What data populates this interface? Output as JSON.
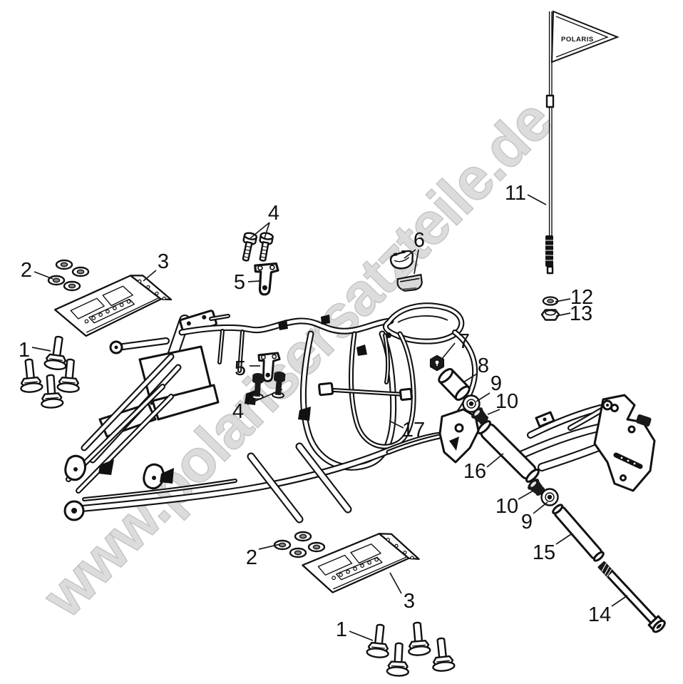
{
  "page": {
    "background": "#ffffff",
    "line_color": "#111111"
  },
  "watermark": {
    "text": "www.polarisersatzteile.de",
    "color": "#dcdcdc"
  },
  "flag": {
    "label": "POLARIS"
  },
  "callouts": [
    {
      "n": "2",
      "t": [
        37,
        388
      ],
      "leaders": [
        [
          [
            48,
            381
          ],
          [
            74,
            391
          ]
        ]
      ]
    },
    {
      "n": "3",
      "t": [
        229,
        376
      ],
      "leaders": [
        [
          [
            219,
            379
          ],
          [
            201,
            394
          ]
        ]
      ]
    },
    {
      "n": "1",
      "t": [
        34,
        500
      ],
      "leaders": [
        [
          [
            45,
            487
          ],
          [
            71,
            492
          ]
        ]
      ]
    },
    {
      "n": "4",
      "t": [
        384,
        308
      ],
      "leaders": [
        [
          [
            378,
            312
          ],
          [
            351,
            334
          ]
        ],
        [
          [
            378,
            312
          ],
          [
            371,
            334
          ]
        ]
      ]
    },
    {
      "n": "5",
      "t": [
        336,
        405
      ],
      "leaders": [
        [
          [
            348,
            395
          ],
          [
            364,
            394
          ]
        ]
      ]
    },
    {
      "n": "6",
      "t": [
        588,
        346
      ],
      "leaders": [
        [
          [
            583,
            350
          ],
          [
            567,
            362
          ]
        ],
        [
          [
            587,
            350
          ],
          [
            581,
            384
          ]
        ]
      ]
    },
    {
      "n": "11",
      "t": [
        723,
        280
      ],
      "leaders": [
        [
          [
            740,
            273
          ],
          [
            766,
            287
          ]
        ]
      ]
    },
    {
      "n": "12",
      "t": [
        816,
        426
      ],
      "leaders": [
        [
          [
            800,
            419
          ],
          [
            779,
            423
          ]
        ]
      ]
    },
    {
      "n": "13",
      "t": [
        815,
        449
      ],
      "leaders": [
        [
          [
            800,
            439
          ],
          [
            780,
            443
          ]
        ]
      ]
    },
    {
      "n": "7",
      "t": [
        651,
        488
      ],
      "leaders": [
        [
          [
            638,
            481
          ],
          [
            620,
            503
          ]
        ]
      ]
    },
    {
      "n": "8",
      "t": [
        678,
        522
      ],
      "leaders": [
        [
          [
            669,
            524
          ],
          [
            650,
            536
          ]
        ]
      ]
    },
    {
      "n": "9",
      "t": [
        696,
        547
      ],
      "leaders": [
        [
          [
            687,
            551
          ],
          [
            668,
            563
          ]
        ]
      ]
    },
    {
      "n": "10",
      "t": [
        711,
        572
      ],
      "leaders": [
        [
          [
            701,
            574
          ],
          [
            684,
            581
          ]
        ]
      ]
    },
    {
      "n": "17",
      "t": [
        580,
        612
      ],
      "leaders": [
        [
          [
            566,
            600
          ],
          [
            546,
            590
          ]
        ]
      ]
    },
    {
      "n": "5",
      "t": [
        337,
        526
      ],
      "leaders": [
        [
          [
            350,
            513
          ],
          [
            365,
            513
          ]
        ]
      ]
    },
    {
      "n": "4",
      "t": [
        334,
        586
      ],
      "leaders": [
        [
          [
            347,
            567
          ],
          [
            358,
            551
          ]
        ],
        [
          [
            347,
            567
          ],
          [
            396,
            546
          ]
        ]
      ]
    },
    {
      "n": "16",
      "t": [
        666,
        670
      ],
      "leaders": [
        [
          [
            683,
            655
          ],
          [
            706,
            636
          ]
        ]
      ]
    },
    {
      "n": "10",
      "t": [
        711,
        719
      ],
      "leaders": [
        [
          [
            727,
            700
          ],
          [
            748,
            688
          ]
        ]
      ]
    },
    {
      "n": "9",
      "t": [
        739,
        741
      ],
      "leaders": [
        [
          [
            748,
            720
          ],
          [
            768,
            704
          ]
        ]
      ]
    },
    {
      "n": "15",
      "t": [
        763,
        784
      ],
      "leaders": [
        [
          [
            780,
            763
          ],
          [
            801,
            749
          ]
        ]
      ]
    },
    {
      "n": "14",
      "t": [
        841,
        871
      ],
      "leaders": [
        [
          [
            858,
            850
          ],
          [
            880,
            835
          ]
        ]
      ]
    },
    {
      "n": "2",
      "t": [
        353,
        791
      ],
      "leaders": [
        [
          [
            363,
            770
          ],
          [
            393,
            763
          ]
        ]
      ]
    },
    {
      "n": "3",
      "t": [
        574,
        852
      ],
      "leaders": [
        [
          [
            563,
            832
          ],
          [
            547,
            803
          ]
        ]
      ]
    },
    {
      "n": "1",
      "t": [
        479,
        892
      ],
      "leaders": [
        [
          [
            490,
            885
          ],
          [
            523,
            898
          ]
        ]
      ]
    }
  ]
}
